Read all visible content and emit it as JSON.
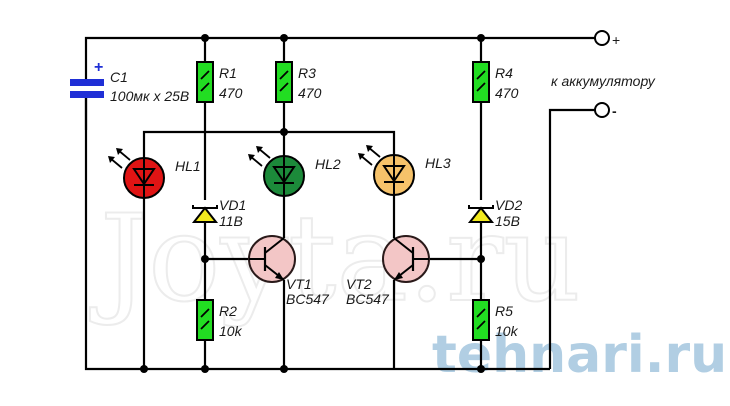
{
  "diagram": {
    "title": "Battery voltage indicator circuit",
    "watermarks": {
      "primary": "Joyta.ru",
      "secondary": "tehnari.ru"
    },
    "terminals": {
      "plus_symbol": "+",
      "minus_symbol": "-",
      "caption": "к аккумулятору"
    },
    "components": {
      "C1": {
        "ref": "C1",
        "value": "100мк x 25В",
        "polarity": "+",
        "color": "#1f2fd6"
      },
      "R1": {
        "ref": "R1",
        "value": "470",
        "color": "#22dd22"
      },
      "R3": {
        "ref": "R3",
        "value": "470",
        "color": "#22dd22"
      },
      "R4": {
        "ref": "R4",
        "value": "470",
        "color": "#22dd22"
      },
      "R2": {
        "ref": "R2",
        "value": "10k",
        "color": "#22dd22"
      },
      "R5": {
        "ref": "R5",
        "value": "10k",
        "color": "#22dd22"
      },
      "HL1": {
        "ref": "HL1",
        "color": "#e01414"
      },
      "HL2": {
        "ref": "HL2",
        "color": "#1c8a3a"
      },
      "HL3": {
        "ref": "HL3",
        "color": "#f6c26a"
      },
      "VD1": {
        "ref": "VD1",
        "value": "11В",
        "color": "#f2ea1e"
      },
      "VD2": {
        "ref": "VD2",
        "value": "15В",
        "color": "#f2ea1e"
      },
      "VT1": {
        "ref": "VT1",
        "value": "BC547",
        "color": "#f3c6c6"
      },
      "VT2": {
        "ref": "VT2",
        "value": "BC547",
        "color": "#f3c6c6"
      }
    }
  }
}
